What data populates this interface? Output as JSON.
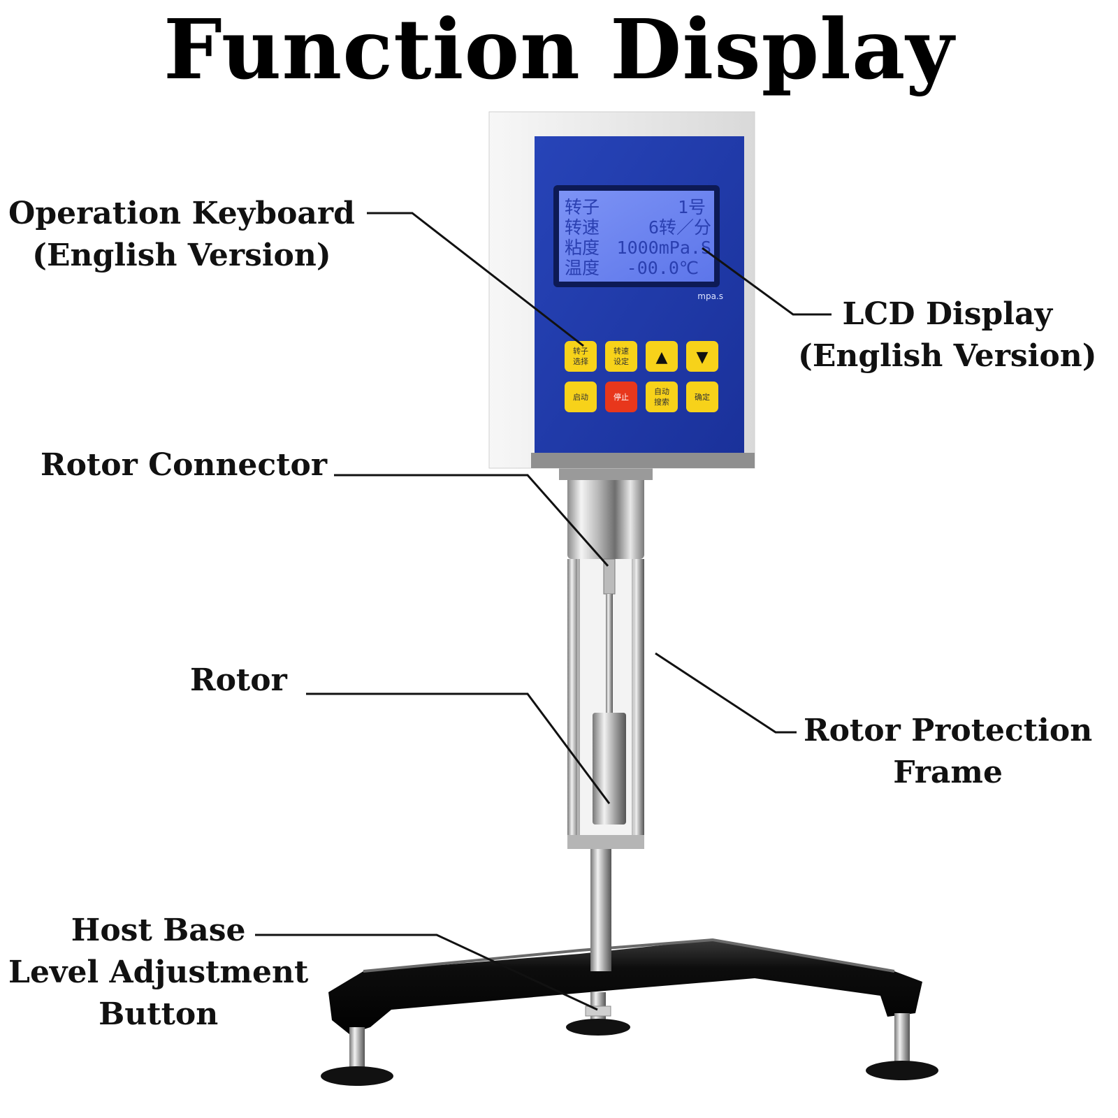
{
  "title": "Function Display",
  "labels": {
    "operation_keyboard": [
      "Operation Keyboard",
      "(English Version)"
    ],
    "lcd_display": [
      "LCD Display",
      "(English Version)"
    ],
    "rotor_connector": "Rotor Connector",
    "rotor": "Rotor",
    "rotor_protection_frame": [
      "Rotor Protection",
      "Frame"
    ],
    "host_base": [
      "Host Base",
      "Level Adjustment",
      "Button"
    ]
  },
  "lcd": {
    "rows": [
      {
        "label": "转子",
        "value": "1号"
      },
      {
        "label": "转速",
        "value": "6转／分"
      },
      {
        "label": "粘度",
        "value": "1000mPa.S"
      },
      {
        "label": "温度",
        "value": "-00.0℃"
      }
    ],
    "unit": "mpa.s"
  },
  "keypad": {
    "row1": [
      [
        "转子",
        "选择"
      ],
      [
        "转速",
        "设定"
      ],
      [
        "▲"
      ],
      [
        "▼"
      ]
    ],
    "row2": [
      [
        "启动"
      ],
      [
        "停止"
      ],
      [
        "自动",
        "搜索"
      ],
      [
        "确定"
      ]
    ]
  },
  "colors": {
    "panel_blue": "#1e3aa6",
    "lcd_blue": "#6f86f2",
    "key_yellow": "#f7d21a",
    "key_red": "#e8371c",
    "base_black": "#111111",
    "chrome": "#c9c9c9"
  }
}
